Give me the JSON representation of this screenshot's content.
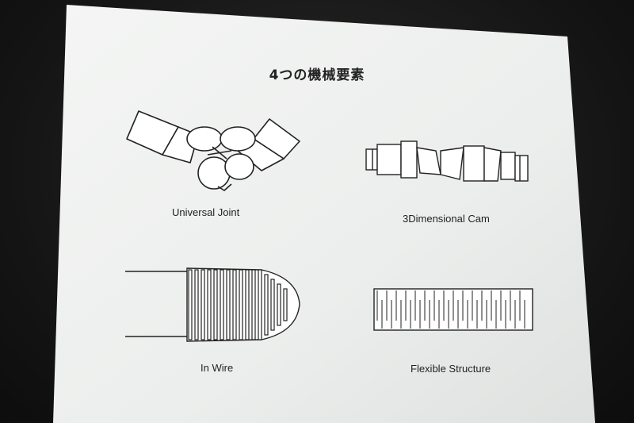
{
  "slide": {
    "title": "4つの機械要素",
    "elements": [
      {
        "id": "universal-joint",
        "caption": "Universal Joint"
      },
      {
        "id": "3d-cam",
        "caption": "3Dimensional Cam"
      },
      {
        "id": "in-wire",
        "caption": "In Wire"
      },
      {
        "id": "flexible-structure",
        "caption": "Flexible Structure"
      }
    ]
  },
  "colors": {
    "slide_bg": "#f2f3f2",
    "ink": "#222222",
    "room": "#141414"
  }
}
